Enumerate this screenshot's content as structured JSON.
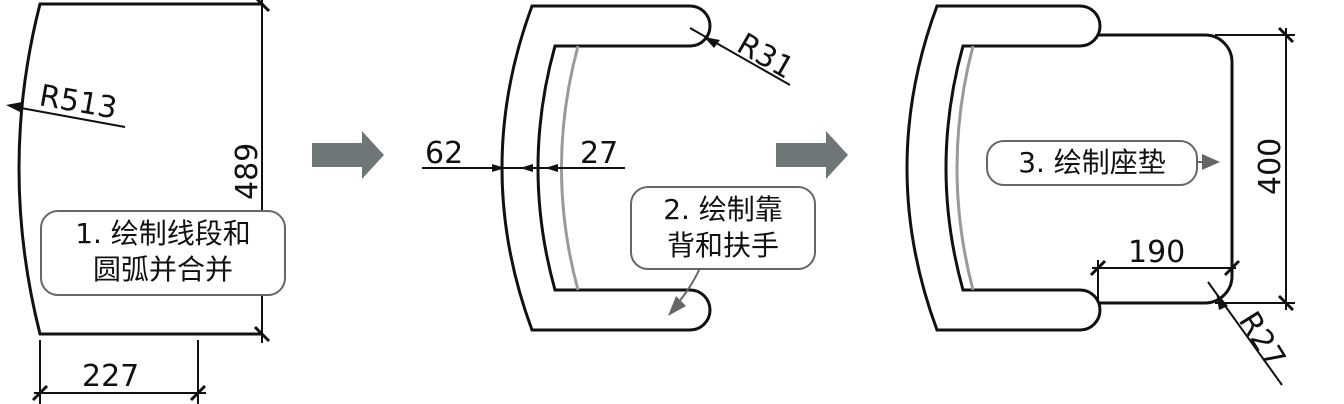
{
  "step1": {
    "callout_line1": "1. 绘制线段和",
    "callout_line2": "圆弧并合并",
    "dim_radius": "R513",
    "dim_height": "489",
    "dim_width": "227"
  },
  "step2": {
    "callout_line1": "2. 绘制靠",
    "callout_line2": "背和扶手",
    "dim_radius": "R31",
    "dim_left": "62",
    "dim_right": "27"
  },
  "step3": {
    "callout": "3. 绘制座垫",
    "dim_height": "400",
    "dim_width": "190",
    "dim_radius": "R27"
  },
  "colors": {
    "arrow": "#6e7678",
    "line": "#111111",
    "arc_grey": "#9a9a9a",
    "border": "#666666"
  }
}
